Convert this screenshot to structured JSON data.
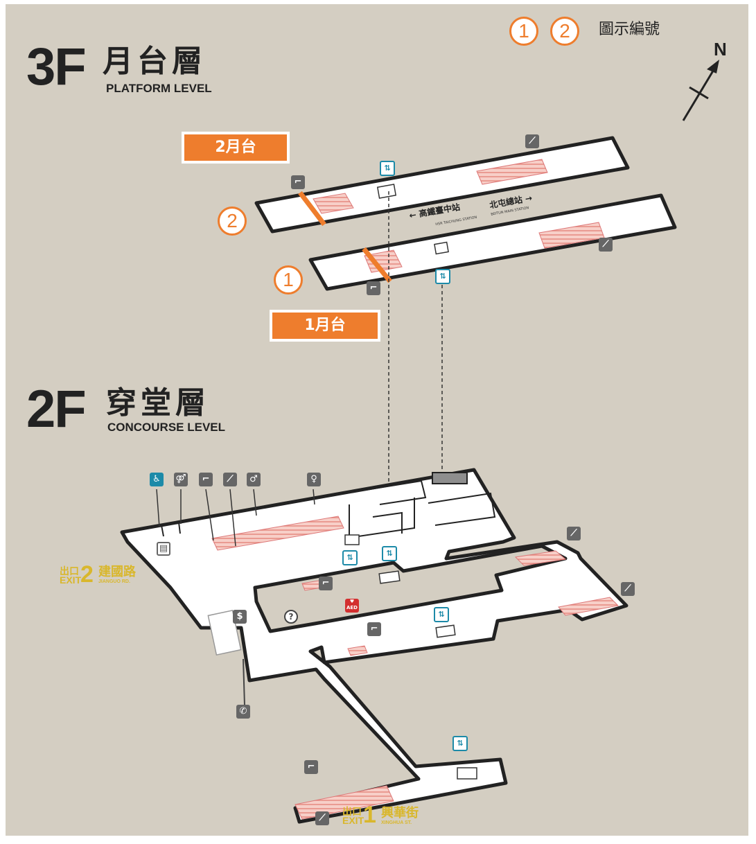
{
  "floors": [
    {
      "number": "3F",
      "name_zh": "月台層",
      "name_en": "PLATFORM LEVEL"
    },
    {
      "number": "2F",
      "name_zh": "穿堂層",
      "name_en": "CONCOURSE LEVEL"
    }
  ],
  "legend": {
    "markers": [
      "1",
      "2"
    ],
    "text": "圖示編號"
  },
  "north": "N",
  "platforms": [
    {
      "label": "2月台",
      "marker": "2"
    },
    {
      "label": "1月台",
      "marker": "1"
    }
  ],
  "directions": [
    {
      "zh": "高鐵臺中站",
      "en": "HSR TAICHUNG STATION",
      "arrow": "←"
    },
    {
      "zh": "北屯總站",
      "en": "BEITUN MAIN STATION",
      "arrow": "→"
    }
  ],
  "exits": [
    {
      "label": "出口",
      "label_en": "EXIT",
      "number": "2",
      "street_zh": "建國路",
      "street_en": "JIANGUO RD."
    },
    {
      "label": "出口",
      "label_en": "EXIT",
      "number": "1",
      "street_zh": "興華街",
      "street_en": "XINGHUA ST."
    }
  ],
  "aed_label": "AED",
  "colors": {
    "background": "#d4cec2",
    "accent": "#ee7d2d",
    "walls": "#222222",
    "floor": "#ffffff",
    "stairs": "#f3b8b0",
    "elevator": "#1c8aa8",
    "exit_text": "#d9b72c",
    "icon": "#666666"
  },
  "icons": [
    "accessible-toilet-icon",
    "toilets-icon",
    "stairs-icon",
    "escalator-icon",
    "male-toilet-icon",
    "female-toilet-icon",
    "elevator-icon",
    "ticket-machine-icon",
    "info-icon",
    "aed-icon",
    "telephone-icon",
    "customer-service-icon"
  ]
}
